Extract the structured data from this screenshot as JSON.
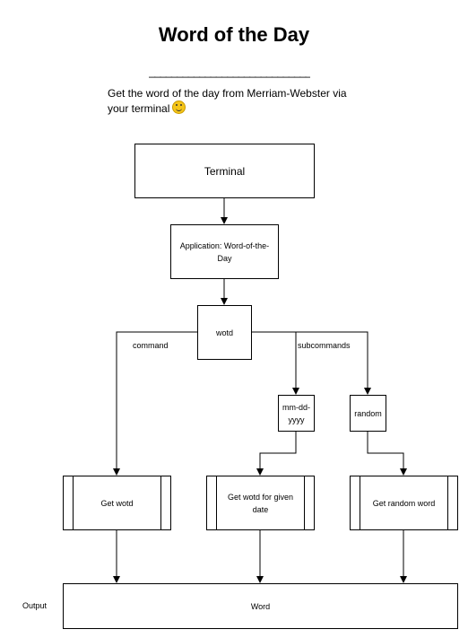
{
  "title": "Word of the Day",
  "divider": "______________________________",
  "description": "Get the word of the day from Merriam-Webster via your terminal",
  "description_emoji": "smiling-face-icon",
  "nodes": {
    "terminal": "Terminal",
    "application": "Application: Word-of-the-Day",
    "wotd": "wotd",
    "date_format": "mm-dd-yyyy",
    "random": "random",
    "get_wotd": "Get wotd",
    "get_wotd_date": "Get wotd for given date",
    "get_random": "Get random word",
    "word": "Word"
  },
  "edge_labels": {
    "command": "command",
    "subcommands": "subcommands"
  },
  "side_label": "Output"
}
